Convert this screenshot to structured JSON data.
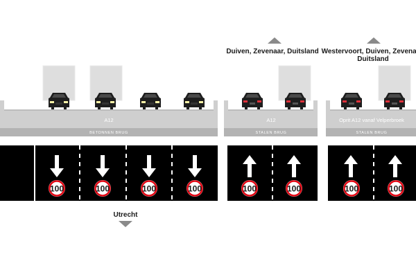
{
  "colors": {
    "deck": "#cfcfcf",
    "deck_dark": "#b3b3b3",
    "truck": "#dedede",
    "car": "#1e1e1e",
    "headlight": "#fff6a8",
    "taillight": "#e0303a",
    "lane_panel": "#000000",
    "arrow": "#ffffff",
    "speed_ring": "#e30613"
  },
  "sections": [
    {
      "id": "left",
      "road_label": "A12",
      "bridge_label": "BETONNEN BRUG",
      "direction_label": "Utrecht",
      "direction_arrow": "down",
      "lane_arrows": [
        "none",
        "down",
        "down",
        "down",
        "down"
      ],
      "speed_limits": [
        "100",
        "100",
        "100",
        "100"
      ]
    },
    {
      "id": "middle",
      "road_label": "A12",
      "bridge_label": "STALEN BRUG",
      "direction_label": "Duiven, Zevenaar, Duitsland",
      "direction_arrow": "up",
      "lane_arrows": [
        "up",
        "up"
      ],
      "speed_limits": [
        "100",
        "100"
      ]
    },
    {
      "id": "right",
      "road_label": "Oprit A12 vanaf Velperbroek",
      "bridge_label": "STALEN BRUG",
      "direction_label_line1": "Westervoort, Duiven, Zevenaar,",
      "direction_label_line2": "Duitsland",
      "direction_arrow": "up",
      "lane_arrows": [
        "up",
        "up"
      ],
      "speed_limits": [
        "100",
        "100"
      ]
    }
  ]
}
